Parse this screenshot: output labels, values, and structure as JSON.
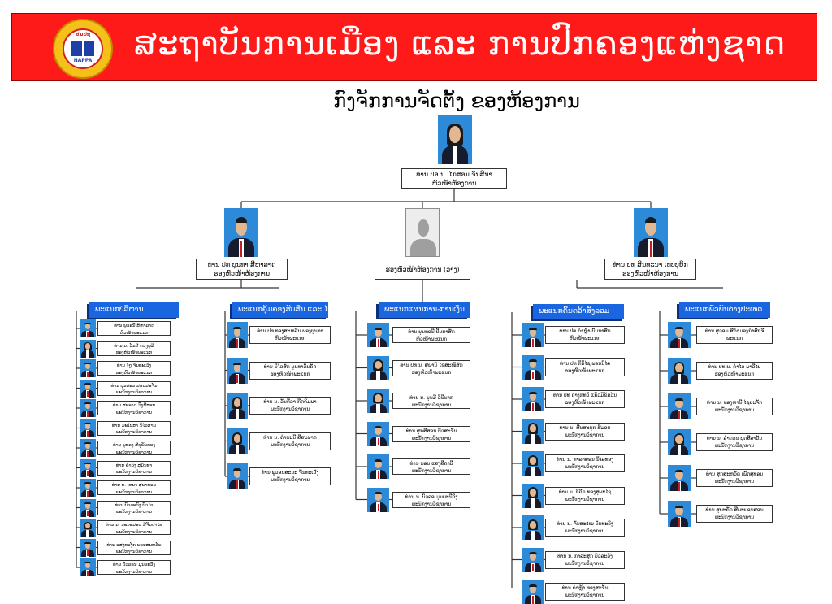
{
  "header": {
    "org_name": "ສະຖາບັນການເມືອງ ແລະ ການປົກຄອງແຫ່ງຊາດ",
    "logo_text_top": "ສມປຊ",
    "logo_text_bottom": "NAPPA",
    "chart_title": "ກົງຈັກການຈັດຕັ້ງ ຂອງຫ້ອງການ"
  },
  "colors": {
    "banner_red": "#ff1a1a",
    "department_blue": "#1966e0",
    "photo_blue": "#2c8ad8",
    "line": "#333333"
  },
  "director": {
    "name": "ທ່ານ ປອ ນ. ໄກສອນ ຈັນສີນາ",
    "role": "ຫົວໜ້າຫ້ອງການ"
  },
  "deputies": [
    {
      "name": "ທ່ານ ປທ ບຸນທາ ສີຫາລາດ",
      "role": "ຮອງຫົວໜ້າຫ້ອງການ"
    },
    {
      "name": "",
      "role": "ຮອງຫົວໜ້າຫ້ອງການ (ວ່າງ)"
    },
    {
      "name": "ທ່ານ ປທ ສິນທະນາ ເທບບຸຍິກ",
      "role": "ຮອງຫົວໜ້າຫ້ອງການ"
    }
  ],
  "departments": [
    {
      "title": "ພະແນກບໍລິຫານ",
      "members": [
        {
          "name": "ທ່ານ ພູວອນົ ສີຫາລາດ",
          "role": "ຫົວໜ້າພະແນກ"
        },
        {
          "name": "ທ່ານ ນ. ວັນສີ ດວງພູມີ",
          "role": "ຮອງຫົວໜ້າພະແນກ"
        },
        {
          "name": "ທ່ານ ໂໆ ຈັນທະເວັງ",
          "role": "ຮອງຫົວໜ້າພະແນກ"
        },
        {
          "name": "ທ່ານ ບຸນສອນ ສອນສະຈັນ",
          "role": "ພະນັກງານວິຊາການ"
        },
        {
          "name": "ທ່ານ ສະອາດ ວົງສີສອນ",
          "role": "ພະນັກງານວິຊາການ"
        },
        {
          "name": "ທ່ານ ມະໂນສາ ນິໄລສານ",
          "role": "ພະນັກງານວິຊາການ"
        },
        {
          "name": "ທ່ານ ພູທອງ ສີຊຸພັນທອງ",
          "role": "ພະນັກງານວິຊາການ"
        },
        {
          "name": "ທ່ານ ຄຳວົງ ສຸມັນທາ",
          "role": "ພະນັກງານວິຊາການ"
        },
        {
          "name": "ທ່ານ ນ. ເທນາ ສຸພາພອນ",
          "role": "ພະນັກງານວິຊາການ"
        },
        {
          "name": "ທ່ານ ບົວລະວົງ ບົວໄລ",
          "role": "ພະນັກງານວິຊາການ"
        },
        {
          "name": "ທ່ານ ນ. ວະນະສອນ ສີຈັນປາໄຊ",
          "role": "ພະນັກງານວິຊາການ"
        },
        {
          "name": "ທ່ານ ແສງທອງັກ ພວນສະຫວັນ",
          "role": "ພະນັກງານວິຊາການ"
        },
        {
          "name": "ທ່ານ ບົວລອນ ມຸນນະວົງ",
          "role": "ພະນັກງານວິຊາການ"
        }
      ]
    },
    {
      "title": "ພະແນກຄຸ້ມຄອງສັບສິນ ແລະ ໄອທີ",
      "members": [
        {
          "name": "ທ່ານ ປທ ທອງສະຫລີນ ພອງບຸນທາ",
          "role": "ຫົວໜ້າພະແນກ"
        },
        {
          "name": "ທ່ານ ນິໄລສັກ ບຸນທາວັນຄັດ",
          "role": "ຮອງຫົວໜ້າພະແນກ"
        },
        {
          "name": "ທ່ານ ນ. ວັນດີລາ ກີດຄົມພາ",
          "role": "ພະນັກງານວິຊາການ"
        },
        {
          "name": "ທ່ານ ນ. ຄຳພະນີ ສີສະພາດ",
          "role": "ພະນັກງານວິຊາການ"
        },
        {
          "name": "ທ່ານ ພູວອນສະນະ ຈັນທະເວັງ",
          "role": "ພະນັກງານວິຊາການ"
        }
      ]
    },
    {
      "title": "ພະແນກແຜນການ-ການເງິນ",
      "members": [
        {
          "name": "ທ່ານ ບຸນທອນີ ປັນນາສັກ",
          "role": "ຫົວໜ້າພະແນກ"
        },
        {
          "name": "ທ່ານ ປທ ນ. ສຸພານີ ໄຊສະໜີສັກ",
          "role": "ຮອງຫົວໜ້າພະແນກ"
        },
        {
          "name": "ທ່ານ ນ. ບຸນມີ ລິນີນາກ",
          "role": "ພະນັກງານວິຊາການ"
        },
        {
          "name": "ທ່ານ ສຸກສີສອນ ບົວສະຈັນ",
          "role": "ພະນັກງານວິຊາການ"
        },
        {
          "name": "ທ່ານ ພອນ ແສງສີດາບີ",
          "role": "ພະນັກງານວິຊາການ"
        },
        {
          "name": "ທ່ານ ນ. ບົວລອ ມຸນພະນີວົງ",
          "role": "ພະນັກງານວິຊາການ"
        }
      ]
    },
    {
      "title": "ພະແນກຄົ້ນຄວ້າສັງລວມ",
      "members": [
        {
          "name": "ທ່ານ ປທ ຄຳຫຼ້າ ບັນນາສັກ",
          "role": "ຫົວໜ້າພະແນກ"
        },
        {
          "name": "ທ່ານ ປທ ກິຕິໄຊ ພອນນິໄລ",
          "role": "ຮອງຫົວໜ້າພະແນກ"
        },
        {
          "name": "ທ່ານ ປທ ດາງຸກທວີ ແກ້ວມີຂັດວັນ",
          "role": "ຮອງຫົວໜ້າພະແນກ"
        },
        {
          "name": "ທ່ານ ນ. ສີນສະນຸກ ສີມອນ",
          "role": "ພະນັກງານວິຊາການ"
        },
        {
          "name": "ທ່ານ ນ. ທາລາສອນ ນິໄລທອງ",
          "role": "ພະນັກງານວິຊາການ"
        },
        {
          "name": "ທ່ານ ນ. ກີດີກ ທອງສຸພະໄຊ",
          "role": "ພະນັກງານວິຊາການ"
        },
        {
          "name": "ທ່ານ ນ. ຈັນສະໄໝ ບັນທະວົງ",
          "role": "ພະນັກງານວິຊາການ"
        },
        {
          "name": "ທ່ານ ນ. ກາລະສຸກ ບົວລະວົງ",
          "role": "ພະນັກງານວິຊາການ"
        },
        {
          "name": "ທ່ານ ຄຳຫຼ້າ ທອງສະຈັນ",
          "role": "ພະນັກງານວິຊາການ"
        }
      ]
    },
    {
      "title": "ພະແນກພົວພັນຕ່າງປະເທດ",
      "members": [
        {
          "name": "ທ່ານ ສຸວອນ ສີຄຳມອງກຳສັກຈີ",
          "role": "ພະແນກ"
        },
        {
          "name": "ທ່ານ ປທ ນ. ຄຳໄລ ພາລີໄບ",
          "role": "ຮອງຫົວໜ້າພະແນກ"
        },
        {
          "name": "ທ່ານ ນ. ທອງຫານີ ໄຊຍະຈັກ",
          "role": "ພະນັກງານວິຊາການ"
        },
        {
          "name": "ທ່ານ ນ. ລຳດວນ ບຸດສີລາວັນ",
          "role": "ພະນັກງານວິຊາການ"
        },
        {
          "name": "ທ່ານ ສຸກສະຫວັດ ເພັດສຸທອນ",
          "role": "ພະນັກງານວິຊາການ"
        },
        {
          "name": "ທ່ານ ສຸພະຄັດ ສີພະພອນສອນ",
          "role": "ພະນັກງານວິຊາການ"
        }
      ]
    }
  ]
}
